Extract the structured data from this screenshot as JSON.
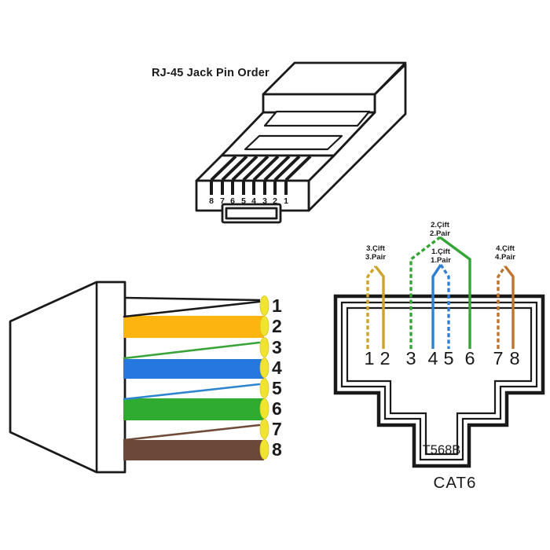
{
  "background": "#ffffff",
  "colors": {
    "line": "#1a1a1a",
    "orange_solid": "#FCB40E",
    "blue_solid": "#2478DF",
    "green_solid": "#2FAC2F",
    "brown_solid": "#6B4838",
    "pin_contact_yellow": "#F0E431",
    "stripe_orange_pair_line": "#1a1a1a",
    "stripe_green": "#3AA33A",
    "stripe_blue": "#2F86D0",
    "stripe_brown": "#6F4B38",
    "pair_orange": "#CDA32B",
    "pair_green": "#35A535",
    "pair_blue": "#2F80D5",
    "pair_brown": "#BE7430"
  },
  "top_connector": {
    "title": "RJ-45 Jack Pin Order",
    "pin_labels": [
      "8",
      "7",
      "6",
      "5",
      "4",
      "3",
      "2",
      "1"
    ]
  },
  "left_plug": {
    "pin_numbers": [
      "1",
      "2",
      "3",
      "4",
      "5",
      "6",
      "7",
      "8"
    ]
  },
  "right_jack": {
    "pin_numbers": [
      "1",
      "2",
      "3",
      "4",
      "5",
      "6",
      "7",
      "8"
    ],
    "pairs": [
      {
        "line1": "3.Çift",
        "line2": "3.Pair"
      },
      {
        "line1": "2.Çift",
        "line2": "2.Pair"
      },
      {
        "line1": "1.Çift",
        "line2": "1.Pair"
      },
      {
        "line1": "4.Çift",
        "line2": "4.Pair"
      }
    ],
    "standard": "T568B",
    "category": "CAT6"
  }
}
